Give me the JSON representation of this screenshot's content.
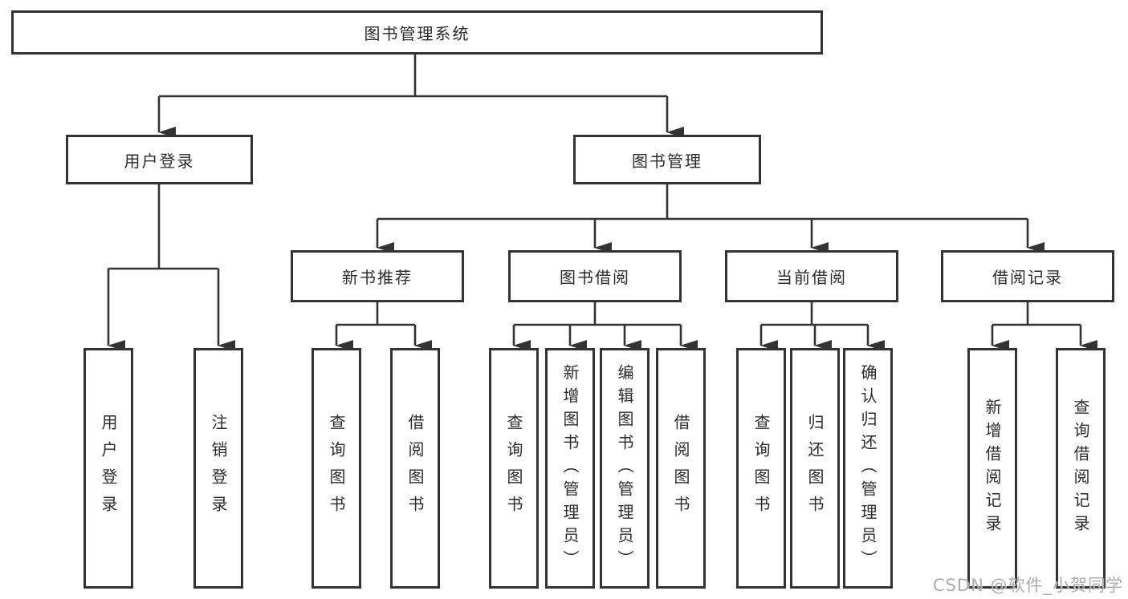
{
  "diagram": {
    "title": "图书管理系统",
    "root": {
      "label": "图书管理系统"
    },
    "level2": [
      {
        "label": "用户登录"
      },
      {
        "label": "图书管理"
      }
    ],
    "level3": [
      {
        "label": "新书推荐"
      },
      {
        "label": "图书借阅"
      },
      {
        "label": "当前借阅"
      },
      {
        "label": "借阅记录"
      }
    ],
    "leaves": [
      {
        "label": "用户登录",
        "parent": "用户登录"
      },
      {
        "label": "注销登录",
        "parent": "用户登录"
      },
      {
        "label": "查询图书",
        "parent": "新书推荐"
      },
      {
        "label": "借阅图书",
        "parent": "新书推荐"
      },
      {
        "label": "查询图书",
        "parent": "图书借阅"
      },
      {
        "label": "新增图书（管理员）",
        "parent": "图书借阅"
      },
      {
        "label": "编辑图书（管理员）",
        "parent": "图书借阅"
      },
      {
        "label": "借阅图书",
        "parent": "图书借阅"
      },
      {
        "label": "查询图书",
        "parent": "当前借阅"
      },
      {
        "label": "归还图书",
        "parent": "当前借阅"
      },
      {
        "label": "确认归还（管理员）",
        "parent": "当前借阅"
      },
      {
        "label": "新增借阅记录",
        "parent": "借阅记录"
      },
      {
        "label": "查询借阅记录",
        "parent": "借阅记录"
      }
    ]
  },
  "watermark": {
    "text": "CSDN @软件_小贺同学"
  },
  "colors": {
    "line": "#333333",
    "box_border": "#333333",
    "box_fill": "#ffffff",
    "background": "#ffffff",
    "watermark": "#a8a8a8"
  }
}
